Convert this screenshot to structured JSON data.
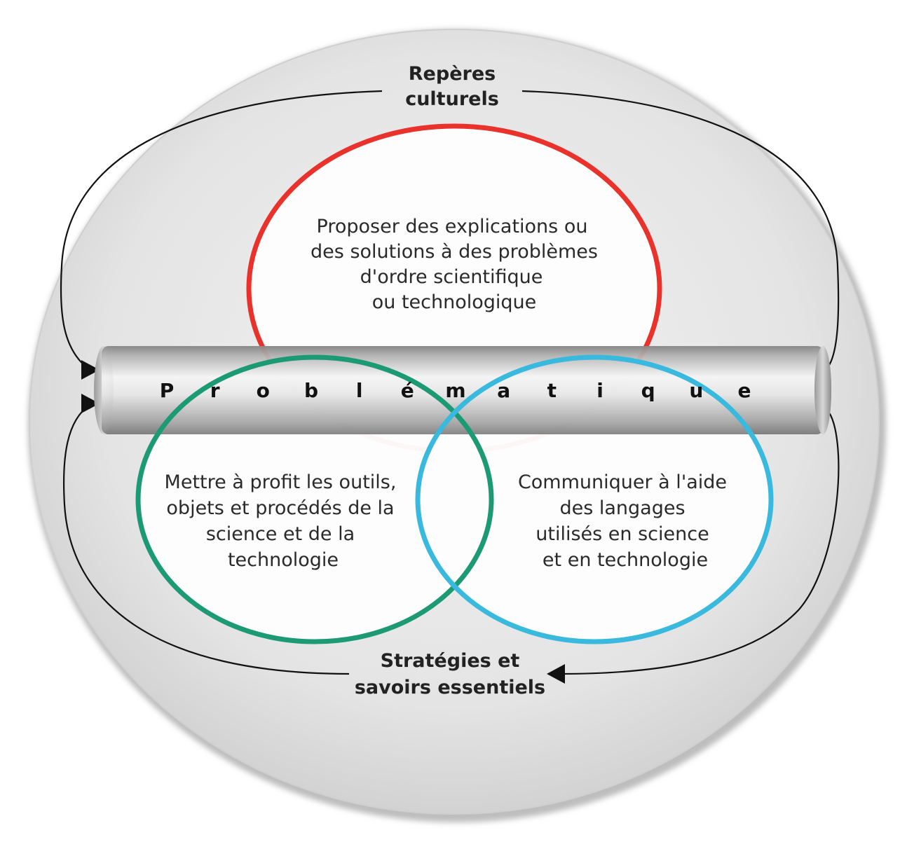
{
  "labels": {
    "top": [
      "Repères",
      "culturels"
    ],
    "bottom": [
      "Stratégies et",
      "savoirs essentiels"
    ]
  },
  "tube": {
    "letters": [
      "P",
      "r",
      "o",
      "b",
      "l",
      "é",
      "m",
      "a",
      "t",
      "i",
      "q",
      "u",
      "e"
    ]
  },
  "circles": {
    "top": {
      "lines": [
        "Proposer des explications ou",
        "des solutions à des problèmes",
        "d'ordre scientifique",
        "ou technologique"
      ],
      "color": "#e8322b"
    },
    "left": {
      "lines": [
        "Mettre à profit les outils,",
        "objets et procédés de la",
        "science et de la",
        "technologie"
      ],
      "color": "#1c9a74"
    },
    "right": {
      "lines": [
        "Communiquer à l'aide",
        "des langages",
        "utilisés en science",
        "et en technologie"
      ],
      "color": "#39b9dd"
    }
  }
}
